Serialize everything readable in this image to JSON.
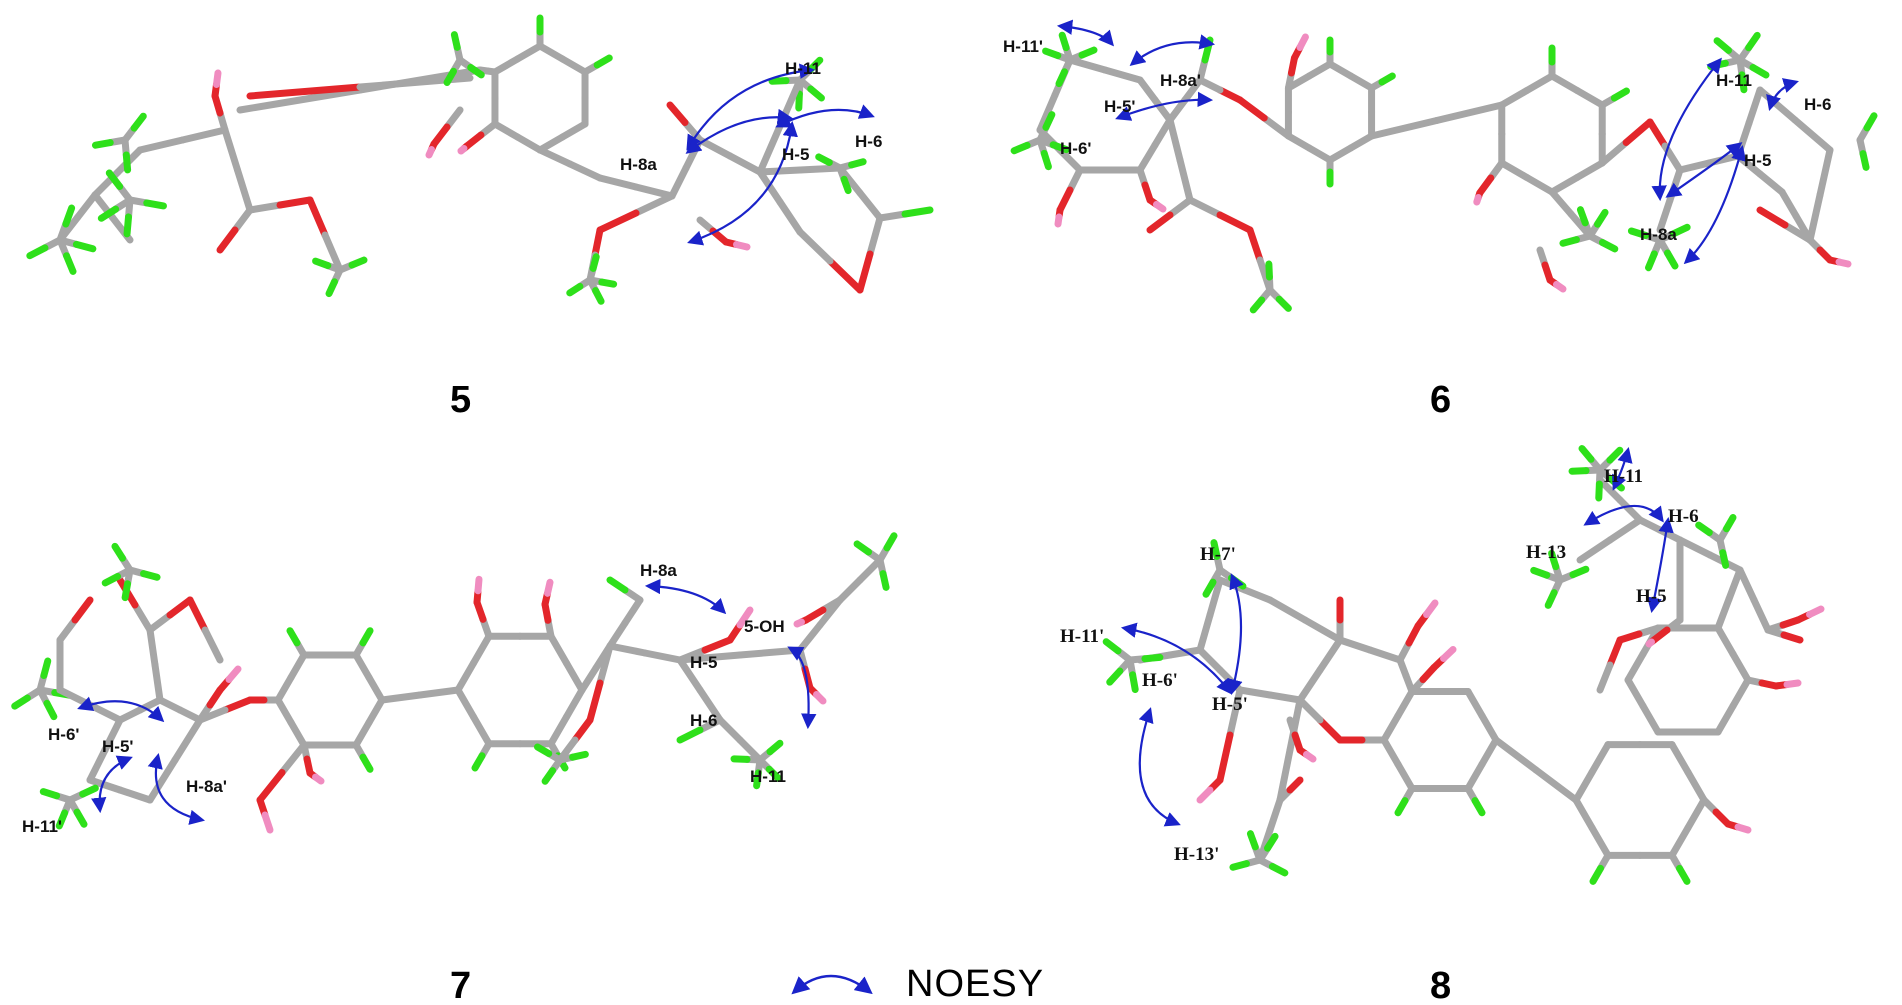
{
  "colors": {
    "carbon": "#a6a6a6",
    "oxygen": "#e3262b",
    "hydrogen_c": "#2ee01a",
    "hydrogen_o": "#f08cc0",
    "arrow": "#1a23c9"
  },
  "compounds": [
    {
      "number": "5",
      "labels": [
        "H-11",
        "H-8a",
        "H-5",
        "H-6"
      ]
    },
    {
      "number": "6",
      "labels": [
        "H-11'",
        "H-8a'",
        "H-5'",
        "H-6'",
        "H-11",
        "H-6",
        "H-5",
        "H-8a"
      ]
    },
    {
      "number": "7",
      "labels": [
        "H-8a",
        "5-OH",
        "H-5",
        "H-6",
        "H-11",
        "H-6'",
        "H-5'",
        "H-8a'",
        "H-11'"
      ]
    },
    {
      "number": "8",
      "labels": [
        "H-11",
        "H-6",
        "H-13",
        "H-5",
        "H-7'",
        "H-11'",
        "H-6'",
        "H-5'",
        "H-13'"
      ]
    }
  ],
  "legend": {
    "icon": "double-headed-curved-arrow-icon",
    "label": "NOESY"
  }
}
